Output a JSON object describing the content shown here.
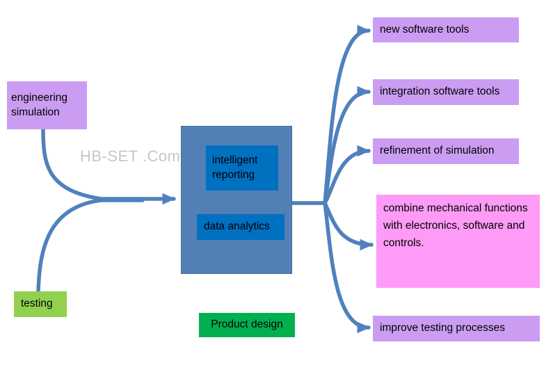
{
  "watermark": "HB-SET .Com",
  "nodes": {
    "left": [
      {
        "id": "engineering-simulation",
        "label": "engineering simulation"
      },
      {
        "id": "testing",
        "label": "testing"
      }
    ],
    "center": {
      "children": [
        {
          "id": "intelligent-reporting",
          "label": "intelligent reporting"
        },
        {
          "id": "data-analytics",
          "label": "data analytics"
        }
      ],
      "caption": "Product design"
    },
    "right": [
      {
        "id": "new-software-tools",
        "label": "new software tools"
      },
      {
        "id": "integration-software-tools",
        "label": "integration software tools"
      },
      {
        "id": "refinement-of-simulation",
        "label": "refinement of simulation"
      },
      {
        "id": "combine-mechanical",
        "label": "combine mechanical functions with electronics, software and controls."
      },
      {
        "id": "improve-testing-processes",
        "label": "improve testing processes"
      }
    ]
  },
  "colors": {
    "purple": "#cb9df2",
    "pink": "#fd9bf6",
    "green_light": "#92d050",
    "green": "#00b050",
    "center_box_blue": "#527fb5",
    "inner_box_blue": "#0070c0",
    "arrow_blue": "#4f81bd",
    "watermark_gray": "#c6c6c6"
  }
}
